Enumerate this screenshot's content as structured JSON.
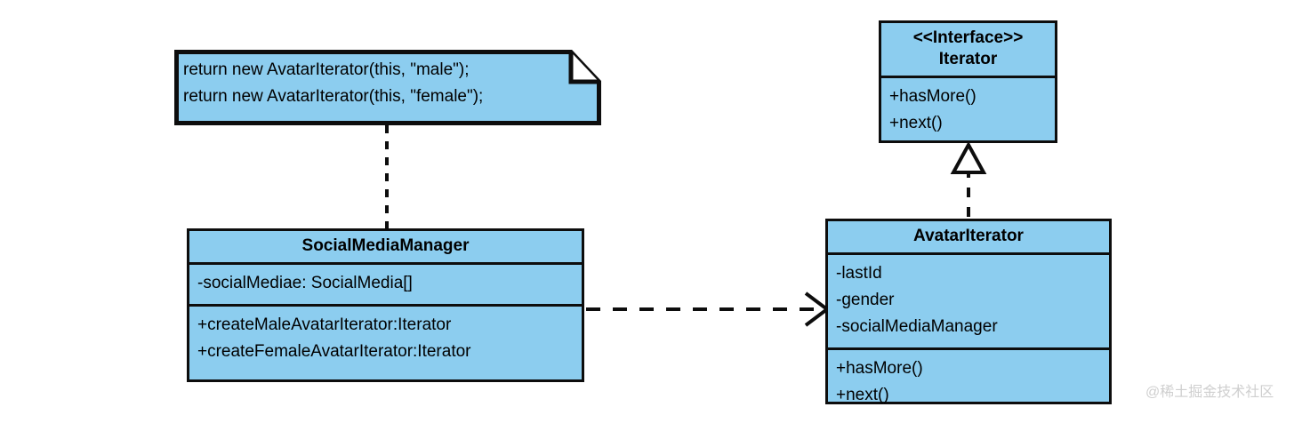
{
  "diagram": {
    "title": "Iterator pattern UML class diagram",
    "colors": {
      "fill": "#8CCDEF",
      "stroke": "#0D0D0D",
      "background": "#FFFFFF",
      "watermark": "#CFCFCF"
    },
    "note": {
      "lines": [
        "return new AvatarIterator(this, \"male\");",
        "return new AvatarIterator(this, \"female\");"
      ]
    },
    "classes": [
      {
        "id": "social-media-manager",
        "stereotype": "",
        "name": "SocialMediaManager",
        "attributes": [
          "-socialMediae: SocialMedia[]"
        ],
        "operations": [
          "+createMaleAvatarIterator:Iterator",
          "+createFemaleAvatarIterator:Iterator"
        ]
      },
      {
        "id": "iterator-interface",
        "stereotype": "<<Interface>>",
        "name": "Iterator",
        "attributes": [],
        "operations": [
          "+hasMore()",
          "+next()"
        ]
      },
      {
        "id": "avatar-iterator",
        "stereotype": "",
        "name": "AvatarIterator",
        "attributes": [
          "-lastId",
          "-gender",
          "-socialMediaManager"
        ],
        "operations": [
          "+hasMore()",
          "+next()"
        ]
      }
    ],
    "relationships": [
      {
        "id": "note-anchor",
        "type": "note-link",
        "style": "dashed",
        "from": "note",
        "to": "social-media-manager",
        "arrowhead": "none"
      },
      {
        "id": "manager-uses-avatar-iterator",
        "type": "dependency",
        "style": "dashed",
        "from": "social-media-manager",
        "to": "avatar-iterator",
        "arrowhead": "open"
      },
      {
        "id": "avatar-iterator-realizes-iterator",
        "type": "realization",
        "style": "dashed",
        "from": "avatar-iterator",
        "to": "iterator-interface",
        "arrowhead": "hollow-triangle"
      }
    ],
    "watermark": "@稀土掘金技术社区"
  }
}
